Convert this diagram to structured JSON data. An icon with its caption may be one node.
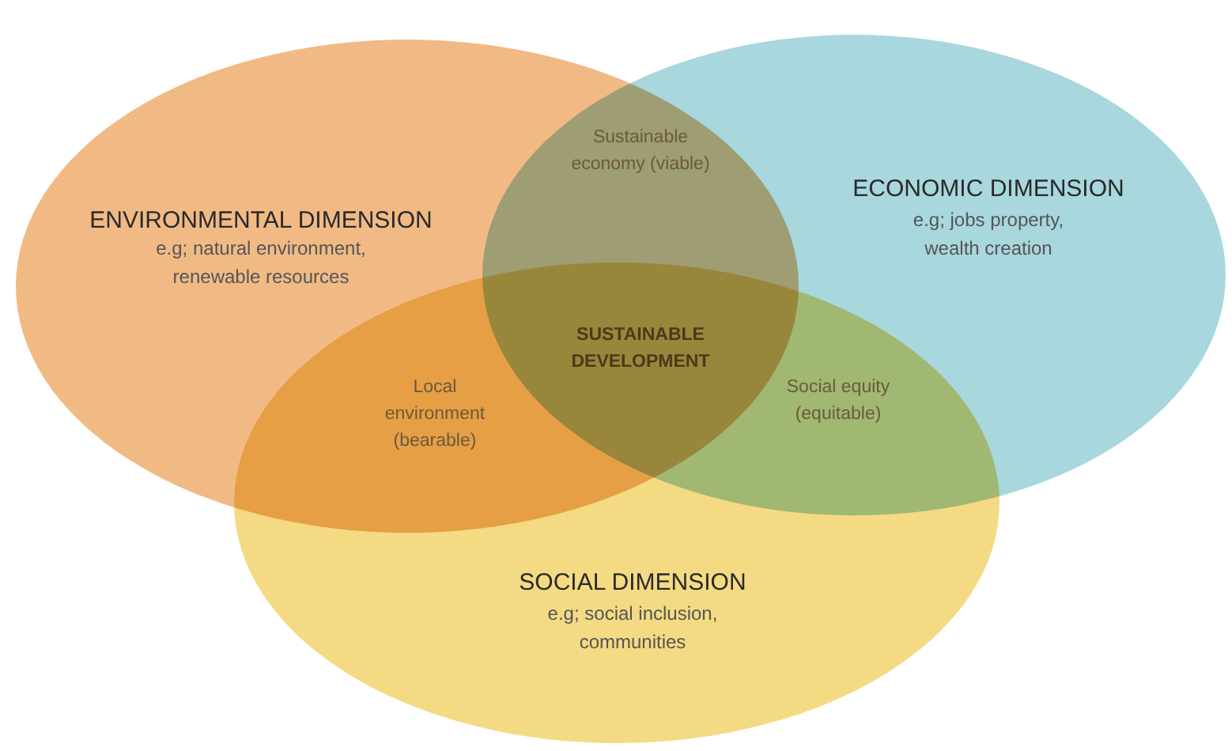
{
  "diagram": {
    "nodes": [
      {
        "text": [
          "ENVIRONMENTAL DIMENSION",
          "e.g; natural environment, renewable resources"
        ]
      },
      {
        "text": [
          "ECONOMIC DIMENSION",
          "e.g; jobs property, wealth creation"
        ]
      },
      {
        "text": [
          "SOCIAL DIMENSION",
          "e.g; social inclusion, communities"
        ]
      }
    ],
    "labels": [
      "Sustainable economy (viable)",
      "SUSTAINABLE DEVELOPMENT",
      "Local environment (bearable)",
      "Social equity (equitable)"
    ]
  }
}
